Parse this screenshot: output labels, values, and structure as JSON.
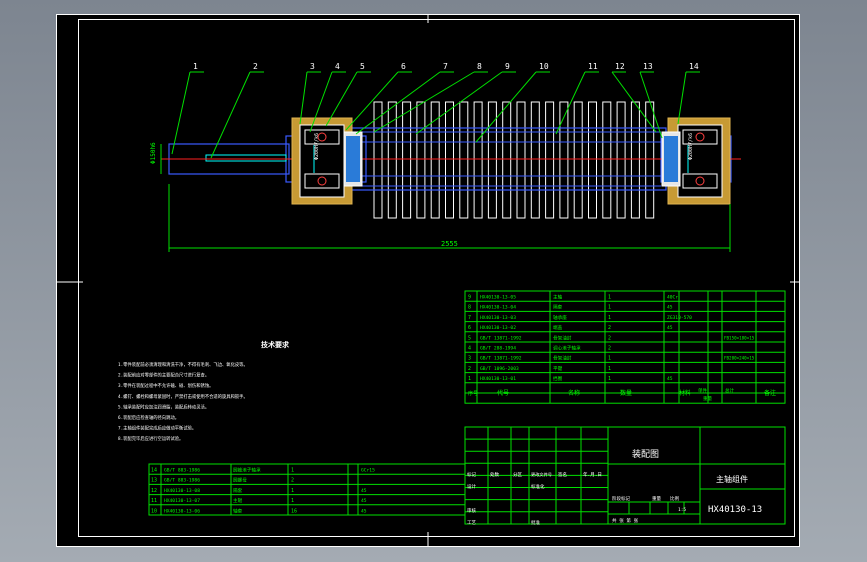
{
  "balloons": [
    "1",
    "2",
    "3",
    "4",
    "5",
    "6",
    "7",
    "8",
    "9",
    "10",
    "11",
    "12",
    "13",
    "14"
  ],
  "dims": {
    "overall_length": "2555",
    "dia_left": "Φ150h6",
    "bearing_left": "Φ200H7/k6",
    "bearing_right": "Φ200H7/k6"
  },
  "notes": {
    "title": "技术要求",
    "lines": [
      "1.零件装配前必须清理和清洗干净，不得有毛刺、飞边、氧化皮等。",
      "2.装配前应对零部件的主要配合尺寸进行复查。",
      "3.零件在装配过程中不允许磕、碰、划伤和锈蚀。",
      "4.螺钉、螺栓和螺母紧固时，严禁打击或使用不合适的旋具和扳手。",
      "5.轴承装配时应加注润滑脂，装配后转动灵活。",
      "6.装配后应检查轴的径向跳动。",
      "7.主轴组件装配完成后应做动平衡试验。",
      "8.装配完毕后应进行空运转试验。"
    ]
  },
  "bom_upper": [
    {
      "no": "9",
      "code": "HX40130-13-05",
      "name": "主轴",
      "qty": "1",
      "mat": "40Cr",
      "remark": ""
    },
    {
      "no": "8",
      "code": "HX40130-13-04",
      "name": "隔套",
      "qty": "1",
      "mat": "45",
      "remark": ""
    },
    {
      "no": "7",
      "code": "HX40130-13-03",
      "name": "轴承座",
      "qty": "1",
      "mat": "ZG310-570",
      "remark": ""
    },
    {
      "no": "6",
      "code": "HX40130-13-02",
      "name": "端盖",
      "qty": "2",
      "mat": "45",
      "remark": ""
    },
    {
      "no": "5",
      "code": "GB/T 13871-1992",
      "name": "骨架油封",
      "qty": "2",
      "mat": "",
      "remark": "FB150×180×15"
    },
    {
      "no": "4",
      "code": "GB/T 288-1994",
      "name": "调心滚子轴承",
      "qty": "2",
      "mat": "",
      "remark": ""
    },
    {
      "no": "3",
      "code": "GB/T 13871-1992",
      "name": "骨架油封",
      "qty": "1",
      "mat": "",
      "remark": "FB200×240×15"
    },
    {
      "no": "2",
      "code": "GB/T 1096-2003",
      "name": "平键",
      "qty": "1",
      "mat": "",
      "remark": ""
    },
    {
      "no": "1",
      "code": "HX40130-13-01",
      "name": "挡圈",
      "qty": "1",
      "mat": "45",
      "remark": ""
    }
  ],
  "bom_upper_header": {
    "no": "序号",
    "code": "代号",
    "name": "名称",
    "qty": "数量",
    "mat": "材料",
    "weight_single": "单件",
    "weight_total": "总计",
    "weight": "重量",
    "remark": "备注"
  },
  "bom_lower": [
    {
      "no": "14",
      "code": "GB/T 883-1986",
      "name": "圆锥滚子轴承",
      "qty": "1",
      "mat": "GCr15",
      "remark": ""
    },
    {
      "no": "13",
      "code": "GB/T 883-1986",
      "name": "圆螺母",
      "qty": "2",
      "mat": "",
      "remark": ""
    },
    {
      "no": "12",
      "code": "HX40130-13-08",
      "name": "隔套",
      "qty": "1",
      "mat": "45",
      "remark": ""
    },
    {
      "no": "11",
      "code": "HX40130-13-07",
      "name": "主辊",
      "qty": "1",
      "mat": "45",
      "remark": ""
    },
    {
      "no": "10",
      "code": "HX40130-13-06",
      "name": "轴套",
      "qty": "16",
      "mat": "45",
      "remark": ""
    }
  ],
  "title_block": {
    "drawing_type": "装配图",
    "part_name": "主轴组件",
    "drawing_no": "HX40130-13",
    "scale": "1:5",
    "labels": {
      "mark": "标记",
      "count": "处数",
      "zone": "分区",
      "change_doc": "更改文件号",
      "sign": "签名",
      "date": "年.月.日",
      "design": "设计",
      "standard": "标准化",
      "review": "审核",
      "process": "工艺",
      "approve": "批准",
      "stage": "阶段标记",
      "weight": "重量",
      "ratio": "比例",
      "sheets": "共 张 第 张"
    }
  }
}
